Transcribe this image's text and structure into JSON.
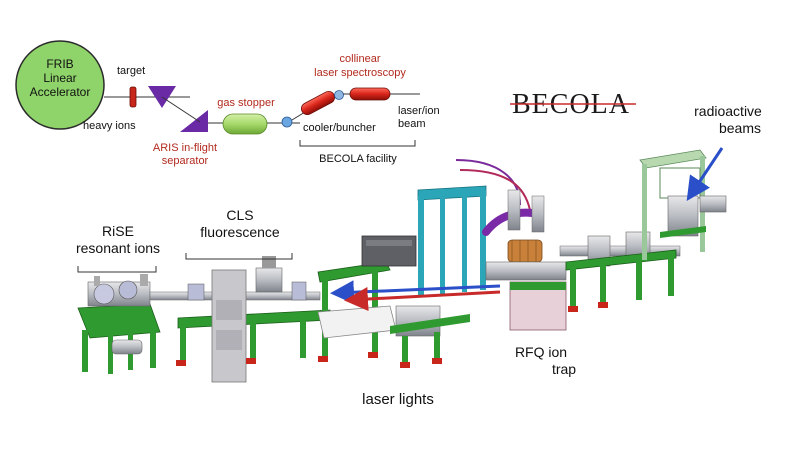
{
  "schematic": {
    "accelerator": {
      "line1": "FRIB",
      "line2": "Linear",
      "line3": "Accelerator"
    },
    "target_label": "target",
    "heavy_ions_label": "heavy ions",
    "aris": {
      "line1": "ARIS in-flight",
      "line2": "separator"
    },
    "gas_stopper_label": "gas stopper",
    "cooler_label": "cooler/buncher",
    "collinear": {
      "line1": "collinear",
      "line2": "laser spectroscopy"
    },
    "laser_ion": {
      "line1": "laser/ion",
      "line2": "beam"
    },
    "facility_label": "BECOLA facility"
  },
  "logo": {
    "text": "BECOLA"
  },
  "beamline": {
    "rise": {
      "line1": "RiSE",
      "line2": "resonant ions"
    },
    "cls": {
      "line1": "CLS",
      "line2": "fluorescence"
    },
    "radioactive": {
      "line1": "radioactive",
      "line2": "beams"
    },
    "rfq": {
      "line1": "RFQ ion",
      "line2": "trap"
    },
    "laser_lights": "laser lights"
  },
  "colors": {
    "accent_red": "#b22a1e",
    "frib_green": "#8fd46a",
    "separator_purple": "#6a2aa6",
    "stopper_green": "#a6d96a",
    "frame_green": "#2f9a2f",
    "teal_frame": "#2aa6b8",
    "beam_blue": "#2a4fc8"
  }
}
